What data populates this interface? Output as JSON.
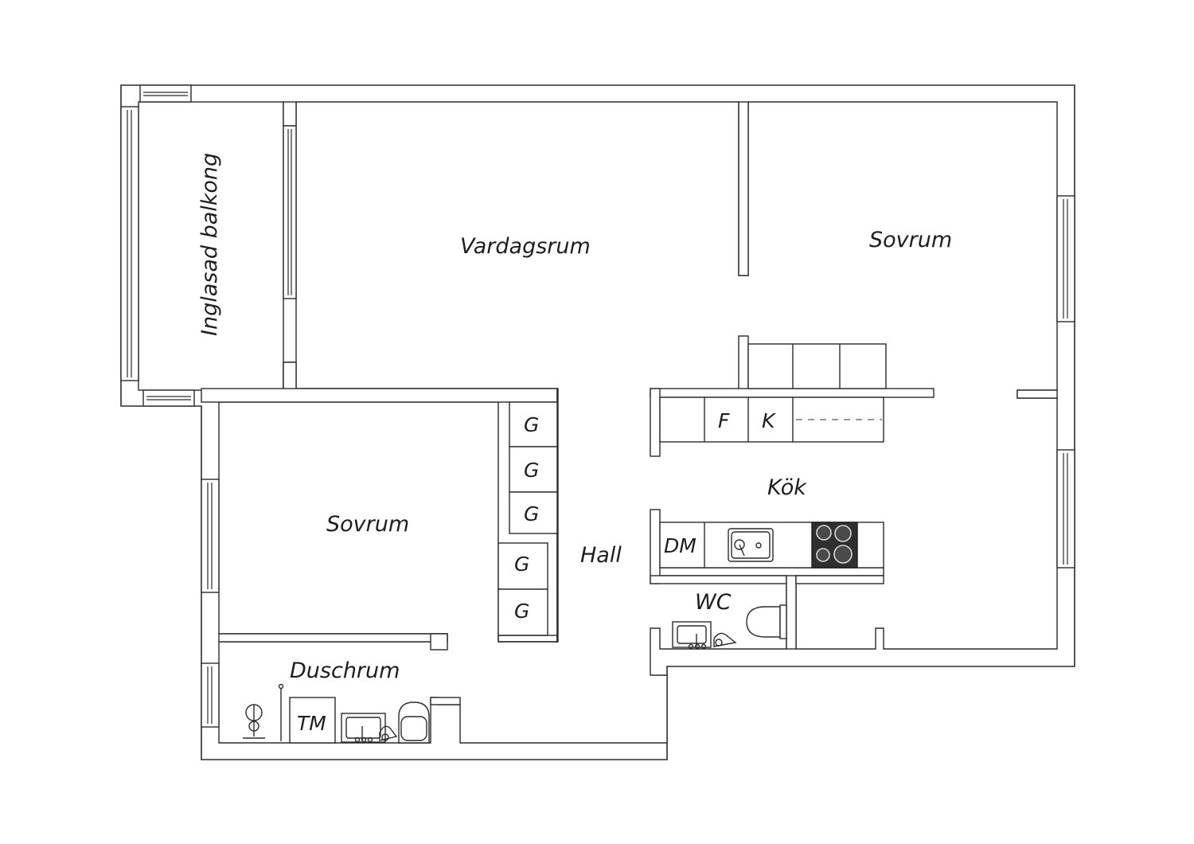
{
  "rooms": {
    "balcony": "Inglasad balkong",
    "living": "Vardagsrum",
    "bedroom_right": "Sovrum",
    "bedroom_left": "Sovrum",
    "kitchen": "Kök",
    "hall": "Hall",
    "wc": "WC",
    "shower": "Duschrum"
  },
  "fixtures": {
    "wardrobe": "G",
    "fridge": "F",
    "freezer": "K",
    "dishwasher": "DM",
    "washer": "TM"
  },
  "colors": {
    "line": "#2b2b2b",
    "stove": "#2f2f2f",
    "background": "#ffffff"
  }
}
